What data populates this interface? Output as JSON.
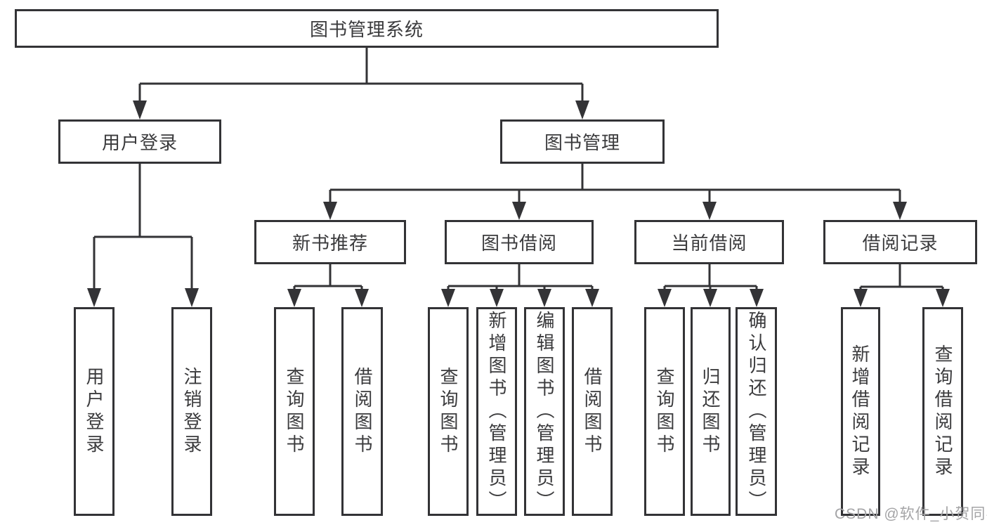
{
  "diagram": {
    "title": "图书管理系统",
    "type": "tree-hierarchy"
  },
  "nodes": {
    "root": {
      "label": "图书管理系统"
    },
    "user_login": {
      "label": "用户登录"
    },
    "book_mgmt": {
      "label": "图书管理"
    },
    "new_book_rec": {
      "label": "新书推荐"
    },
    "book_borrow": {
      "label": "图书借阅"
    },
    "current_borrow": {
      "label": "当前借阅"
    },
    "borrow_record": {
      "label": "借阅记录"
    },
    "leaf_user_login": {
      "label": "用户登录"
    },
    "leaf_logout": {
      "label": "注销登录"
    },
    "leaf_nb_query": {
      "label": "查询图书"
    },
    "leaf_nb_borrow": {
      "label": "借阅图书"
    },
    "leaf_bb_query": {
      "label": "查询图书"
    },
    "leaf_bb_add": {
      "label": "新增图书（管理员）"
    },
    "leaf_bb_edit": {
      "label": "编辑图书（管理员）"
    },
    "leaf_bb_borrow": {
      "label": "借阅图书"
    },
    "leaf_cb_query": {
      "label": "查询图书"
    },
    "leaf_cb_return": {
      "label": "归还图书"
    },
    "leaf_cb_confirm": {
      "label": "确认归还（管理员）"
    },
    "leaf_br_add": {
      "label": "新增借阅记录"
    },
    "leaf_br_query": {
      "label": "查询借阅记录"
    }
  },
  "edges": [
    [
      "root",
      "user_login"
    ],
    [
      "root",
      "book_mgmt"
    ],
    [
      "user_login",
      "leaf_user_login"
    ],
    [
      "user_login",
      "leaf_logout"
    ],
    [
      "book_mgmt",
      "new_book_rec"
    ],
    [
      "book_mgmt",
      "book_borrow"
    ],
    [
      "book_mgmt",
      "current_borrow"
    ],
    [
      "book_mgmt",
      "borrow_record"
    ],
    [
      "new_book_rec",
      "leaf_nb_query"
    ],
    [
      "new_book_rec",
      "leaf_nb_borrow"
    ],
    [
      "book_borrow",
      "leaf_bb_query"
    ],
    [
      "book_borrow",
      "leaf_bb_add"
    ],
    [
      "book_borrow",
      "leaf_bb_edit"
    ],
    [
      "book_borrow",
      "leaf_bb_borrow"
    ],
    [
      "current_borrow",
      "leaf_cb_query"
    ],
    [
      "current_borrow",
      "leaf_cb_return"
    ],
    [
      "current_borrow",
      "leaf_cb_confirm"
    ],
    [
      "borrow_record",
      "leaf_br_add"
    ],
    [
      "borrow_record",
      "leaf_br_query"
    ]
  ],
  "watermark": {
    "text": "CSDN @软件_小贺同学"
  },
  "colors": {
    "line": "#333336",
    "text": "#3b3b3d",
    "box_background": "#ffffff",
    "watermark": "#a4a4a6"
  }
}
